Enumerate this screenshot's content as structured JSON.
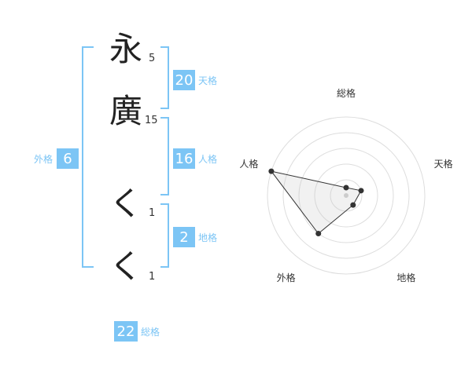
{
  "name_chars": [
    {
      "char": "永",
      "strokes": "5"
    },
    {
      "char": "廣",
      "strokes": "15"
    },
    {
      "char": "く",
      "strokes": "1"
    },
    {
      "char": "く",
      "strokes": "1"
    }
  ],
  "fortunes": {
    "ten": {
      "value": "20",
      "label": "天格"
    },
    "jin": {
      "value": "16",
      "label": "人格"
    },
    "chi": {
      "value": "2",
      "label": "地格"
    },
    "gai": {
      "value": "6",
      "label": "外格"
    },
    "sou": {
      "value": "22",
      "label": "総格"
    }
  },
  "chart_data": {
    "type": "radar",
    "categories": [
      "総格",
      "天格",
      "地格",
      "外格",
      "人格"
    ],
    "values": [
      22,
      20,
      2,
      6,
      16
    ],
    "dot_levels": [
      0.1,
      0.2,
      0.15,
      0.6,
      1.0
    ]
  },
  "colors": {
    "accent": "#7cc5f5",
    "text": "#222222",
    "grid": "#dddddd"
  }
}
